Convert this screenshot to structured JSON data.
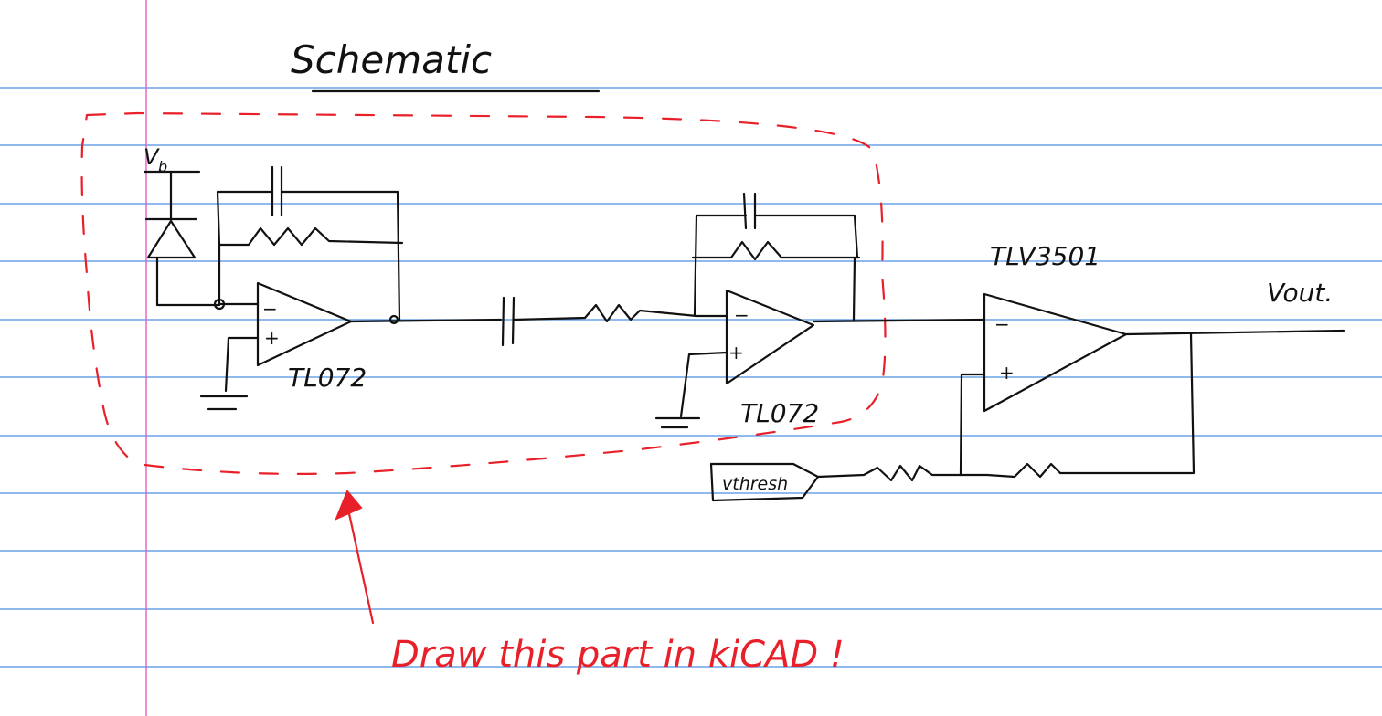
{
  "page": {
    "title": "Schematic",
    "colors": {
      "rule": "#4a90e2",
      "margin": "#e060c8",
      "ink": "#111111",
      "annotation": "#e8202a"
    }
  },
  "labels": {
    "bias": "V",
    "bias_sub": "b",
    "opamp1": "TL072",
    "opamp2": "TL072",
    "comparator": "TLV3501",
    "output": "Vout.",
    "threshold": "vthresh",
    "minus": "−",
    "plus": "+"
  },
  "annotation": {
    "text": "Draw this part in kiCAD !"
  }
}
